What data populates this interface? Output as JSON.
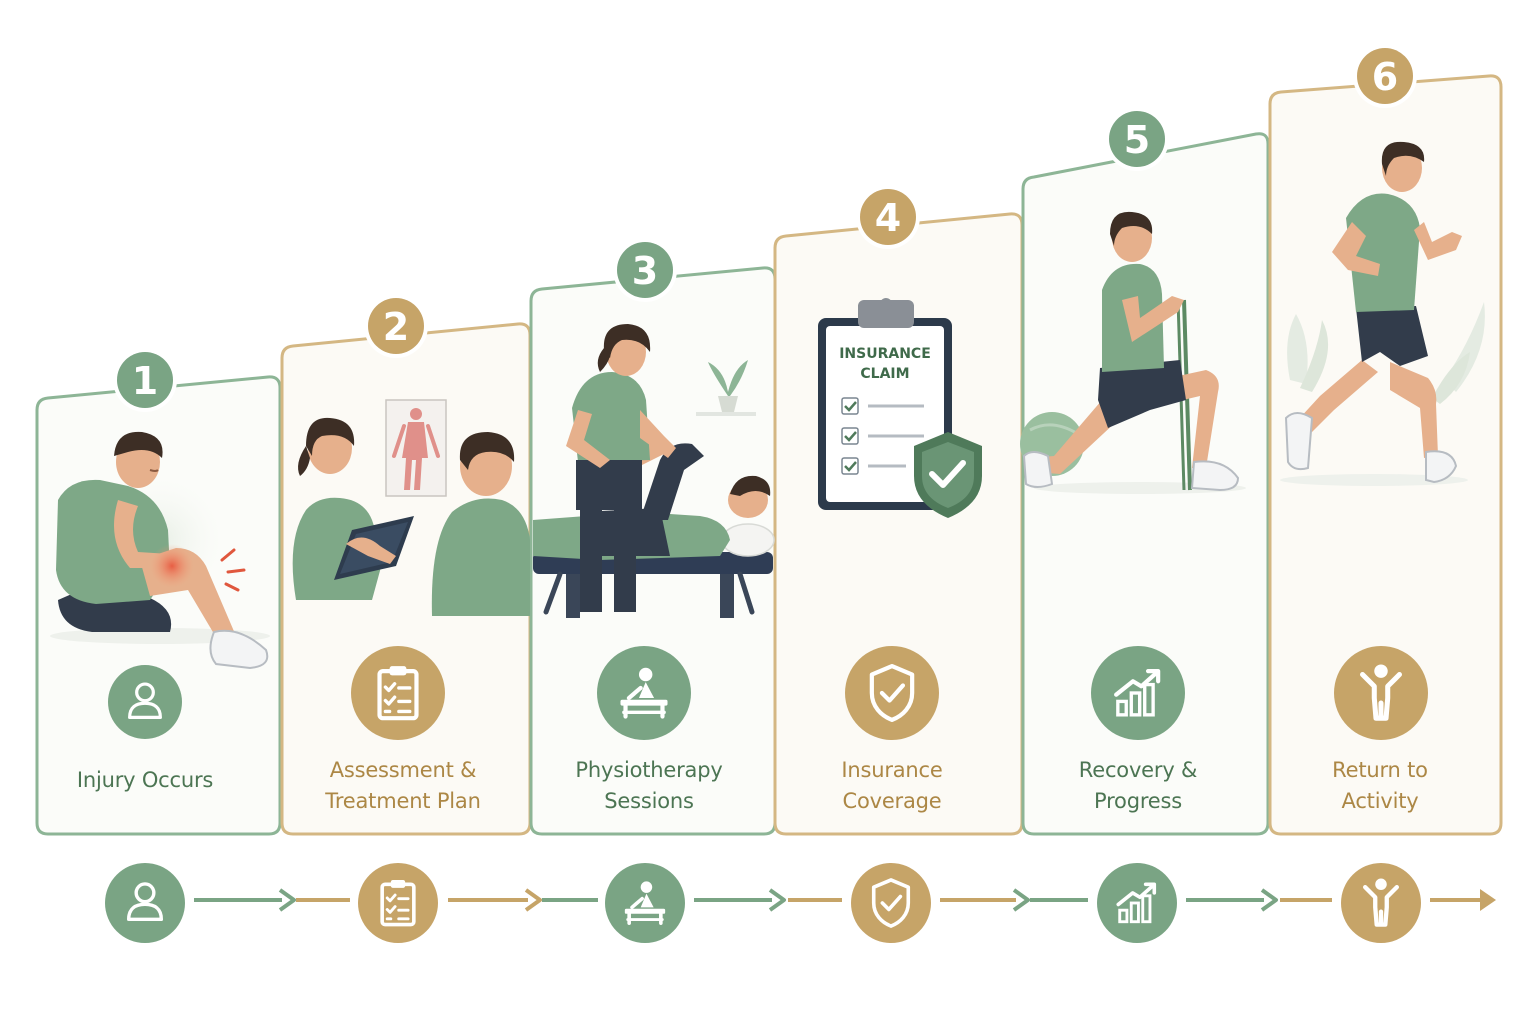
{
  "colors": {
    "green": "#7aa484",
    "green_dark": "#4f7a5a",
    "gold": "#c6a468",
    "card_bg": "#fbfaf6",
    "shirt": "#7ea887",
    "shorts": "#323c4b",
    "skin": "#e6b08c",
    "hair": "#3d2e25",
    "label_green": "#4c7553",
    "label_gold": "#ac8745"
  },
  "steps": [
    {
      "number": "1",
      "label_line1": "Injury Occurs",
      "label_line2": "",
      "theme": "green",
      "icon": "person-icon",
      "scene": "injured-man-holding-knee"
    },
    {
      "number": "2",
      "label_line1": "Assessment &",
      "label_line2": "Treatment Plan",
      "theme": "gold",
      "icon": "clipboard-checklist-icon",
      "scene": "therapist-assessing-patient"
    },
    {
      "number": "3",
      "label_line1": "Physiotherapy",
      "label_line2": "Sessions",
      "theme": "green",
      "icon": "massage-table-icon",
      "scene": "therapist-stretching-patient-leg"
    },
    {
      "number": "4",
      "label_line1": "Insurance",
      "label_line2": "Coverage",
      "theme": "gold",
      "icon": "shield-check-icon",
      "scene": "insurance-claim-clipboard"
    },
    {
      "number": "5",
      "label_line1": "Recovery &",
      "label_line2": "Progress",
      "theme": "green",
      "icon": "growth-chart-icon",
      "scene": "man-lunge-with-band"
    },
    {
      "number": "6",
      "label_line1": "Return to",
      "label_line2": "Activity",
      "theme": "gold",
      "icon": "person-arms-raised-icon",
      "scene": "man-running"
    }
  ],
  "clipboard": {
    "title_line1": "INSURANCE",
    "title_line2": "CLAIM"
  }
}
